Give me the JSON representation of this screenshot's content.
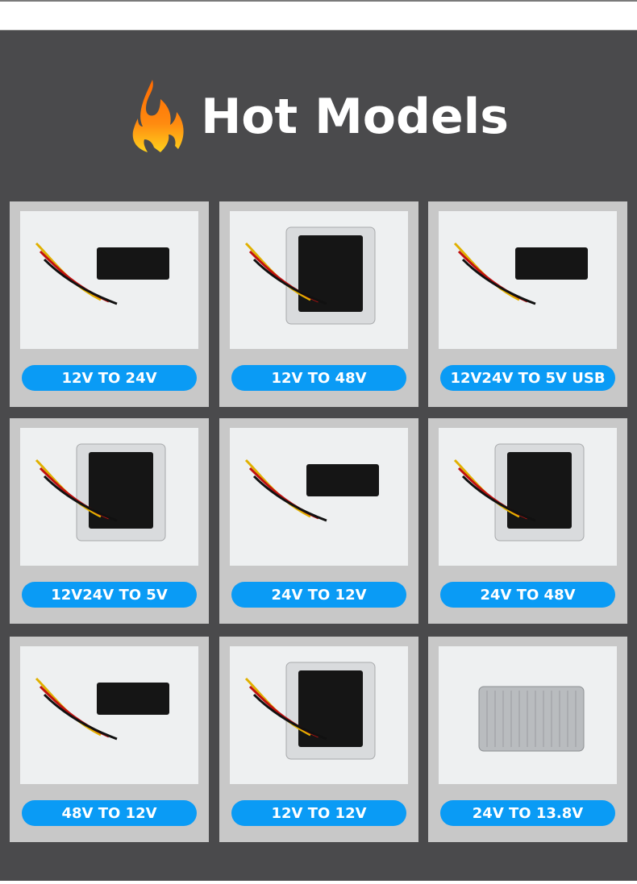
{
  "header": {
    "title": "Hot Models",
    "icon": "fire-icon"
  },
  "colors": {
    "background": "#4a4a4c",
    "card": "#c8c8c8",
    "label": "#0a9bf5"
  },
  "products": [
    {
      "label": "12V TO 24V"
    },
    {
      "label": "12V TO 48V"
    },
    {
      "label": "12V24V TO 5V USB"
    },
    {
      "label": "12V24V TO 5V"
    },
    {
      "label": "24V TO 12V"
    },
    {
      "label": "24V TO 48V"
    },
    {
      "label": "48V TO 12V"
    },
    {
      "label": "12V TO 12V"
    },
    {
      "label": "24V TO 13.8V"
    }
  ]
}
